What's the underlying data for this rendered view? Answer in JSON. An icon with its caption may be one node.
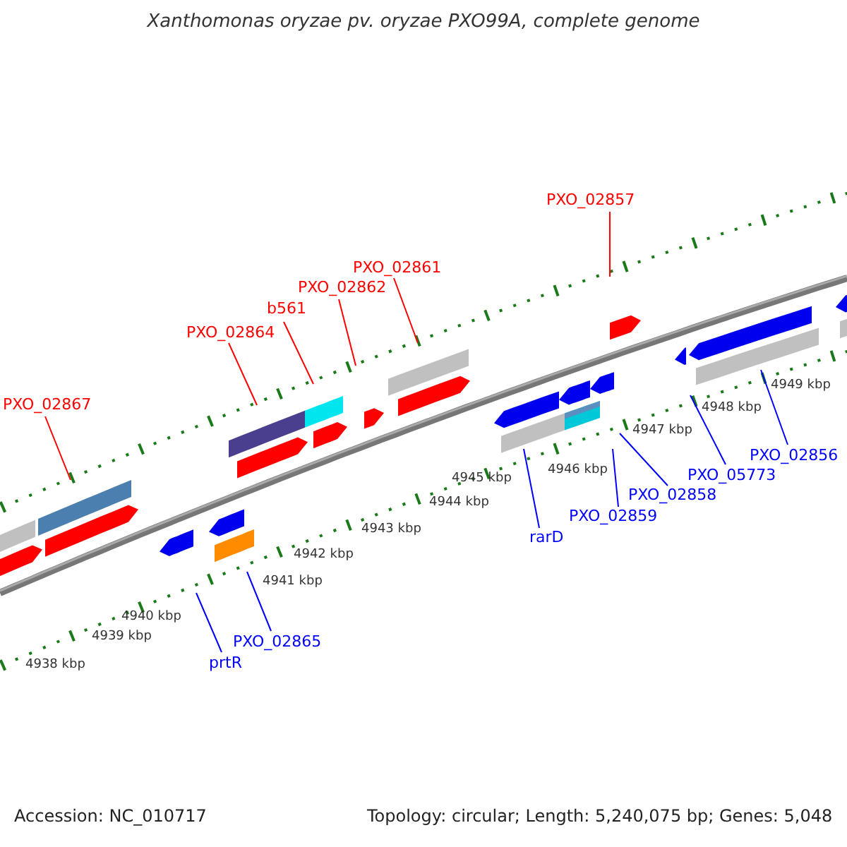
{
  "diagram": {
    "title": "Xanthomonas oryzae pv. oryzae PXO99A, complete genome",
    "nodes": [
      {
        "text": [
          "PXO_02857"
        ]
      },
      {
        "text": [
          "PXO_02861"
        ]
      },
      {
        "text": [
          "PXO_02862"
        ]
      },
      {
        "text": [
          "b561"
        ]
      },
      {
        "text": [
          "PXO_02864"
        ]
      },
      {
        "text": [
          "PXO_02867"
        ]
      },
      {
        "text": [
          "PXO_02856"
        ]
      },
      {
        "text": [
          "PXO_05773"
        ]
      },
      {
        "text": [
          "PXO_02858"
        ]
      },
      {
        "text": [
          "PXO_02859"
        ]
      },
      {
        "text": [
          "rarD"
        ]
      },
      {
        "text": [
          "PXO_02865"
        ]
      },
      {
        "text": [
          "prtR"
        ]
      }
    ],
    "edges": [
      {
        "from": 0,
        "to": null,
        "arrow": "none",
        "color": "#ff0000"
      },
      {
        "from": 1,
        "to": null,
        "arrow": "none",
        "color": "#ff0000"
      },
      {
        "from": 2,
        "to": null,
        "arrow": "none",
        "color": "#ff0000"
      },
      {
        "from": 3,
        "to": null,
        "arrow": "none",
        "color": "#ff0000"
      },
      {
        "from": 4,
        "to": null,
        "arrow": "none",
        "color": "#ff0000"
      },
      {
        "from": 5,
        "to": null,
        "arrow": "none",
        "color": "#ff0000"
      },
      {
        "from": 6,
        "to": null,
        "arrow": "none"
      },
      {
        "from": 7,
        "to": null,
        "arrow": "none"
      },
      {
        "from": 8,
        "to": null,
        "arrow": "none"
      },
      {
        "from": 9,
        "to": null,
        "arrow": "none"
      },
      {
        "from": 10,
        "to": null,
        "arrow": "none"
      },
      {
        "from": 11,
        "to": null,
        "arrow": "none"
      },
      {
        "from": 12,
        "to": null,
        "arrow": "none"
      }
    ],
    "labels": [
      "4938 kbp",
      "4939 kbp",
      "4940 kbp",
      "4941 kbp",
      "4942 kbp",
      "4943 kbp",
      "4944 kbp",
      "4945 kbp",
      "4946 kbp",
      "4947 kbp",
      "4948 kbp",
      "4949 kbp",
      "Accession: NC_010717",
      "Topology: circular; Length: 5,240,075 bp; Genes: 5,048"
    ]
  }
}
